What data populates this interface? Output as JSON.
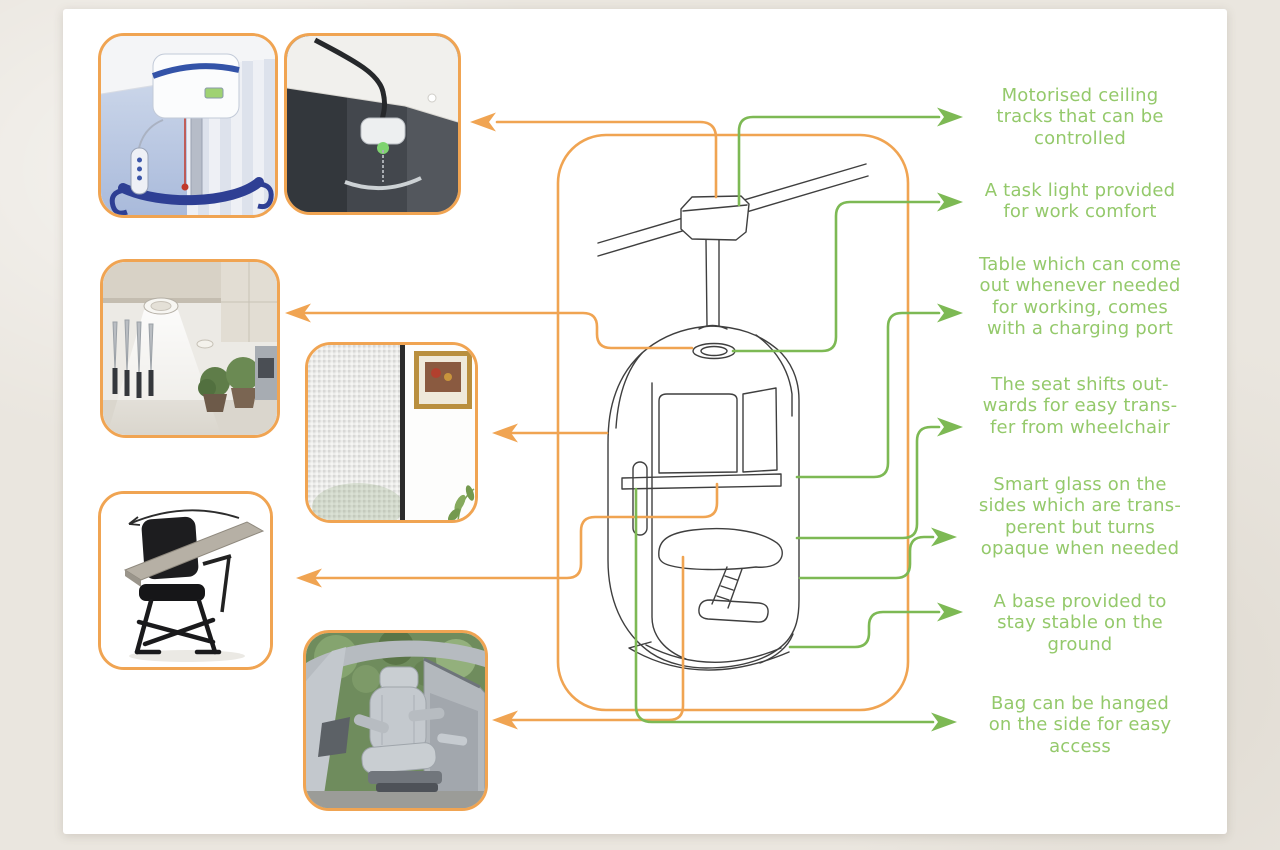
{
  "annotations": [
    {
      "id": "motorised-tracks",
      "text": "Motorised ceiling\ntracks that can be\ncontrolled"
    },
    {
      "id": "task-light",
      "text": "A task light provided\nfor work comfort"
    },
    {
      "id": "table",
      "text": "Table which can come\nout whenever needed\nfor working, comes\nwith a charging port"
    },
    {
      "id": "seat-shift",
      "text": "The seat shifts out-\nwards for easy trans-\nfer from wheelchair"
    },
    {
      "id": "smart-glass",
      "text": "Smart glass on the\nsides which are trans-\nperent but turns\nopaque when needed"
    },
    {
      "id": "base",
      "text": "A base provided to\nstay stable on the\nground"
    },
    {
      "id": "bag-hook",
      "text": "Bag can be hanged\non the side for easy\naccess"
    }
  ],
  "photos": [
    {
      "id": "ceiling-hoist",
      "label": "motorised ceiling hoist with sling bar"
    },
    {
      "id": "ceiling-track",
      "label": "ceiling track in room interior"
    },
    {
      "id": "task-light-photo",
      "label": "under-cabinet task light in kitchen"
    },
    {
      "id": "smart-glass-photo",
      "label": "frosted smart glass panel"
    },
    {
      "id": "folding-chair",
      "label": "folding chair with rotating tablet arm"
    },
    {
      "id": "car-swivel-seat",
      "label": "car swivel seat turned out of door"
    }
  ],
  "colors": {
    "accent_orange": "#f0a452",
    "accent_green": "#7db954",
    "text_green": "#94c96b",
    "sketch_line": "#3f3f3f",
    "card_bg": "#ffffff",
    "page_bg": "#eae6df"
  }
}
